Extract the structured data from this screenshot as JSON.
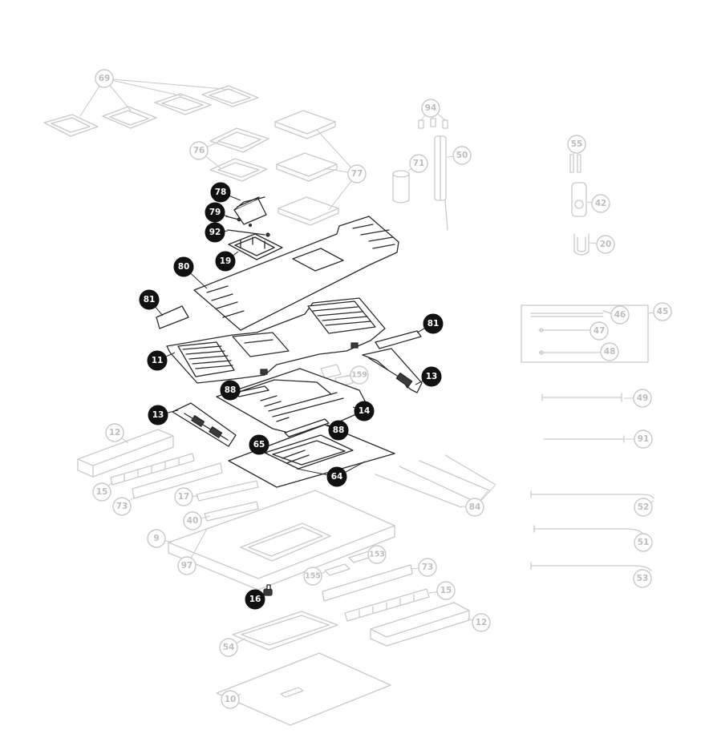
{
  "diagram": {
    "colors": {
      "faded_part": "#c9c9c9",
      "faded_label_text": "#bdbdbd",
      "highlight_part": "#2a2a2a",
      "highlight_badge": "#111111",
      "background": "#ffffff"
    },
    "callouts": {
      "c69": "69",
      "c76": "76",
      "c77": "77",
      "c94": "94",
      "c71": "71",
      "c50": "50",
      "c55": "55",
      "c42": "42",
      "c20": "20",
      "c78": "78",
      "c79": "79",
      "c92": "92",
      "c19": "19",
      "c80": "80",
      "c81a": "81",
      "c81b": "81",
      "c11": "11",
      "c159": "159",
      "c13a": "13",
      "c88a": "88",
      "c14": "14",
      "c13b": "13",
      "c88b": "88",
      "c65": "65",
      "c64": "64",
      "c12a": "12",
      "c15a": "15",
      "c73a": "73",
      "c17": "17",
      "c40": "40",
      "c9": "9",
      "c97": "97",
      "c153": "153",
      "c155": "155",
      "c73b": "73",
      "c15b": "15",
      "c16": "16",
      "c12b": "12",
      "c54": "54",
      "c10": "10",
      "c84": "84",
      "c45": "45",
      "c46": "46",
      "c47": "47",
      "c48": "48",
      "c49": "49",
      "c91": "91",
      "c52": "52",
      "c51": "51",
      "c53": "53"
    }
  }
}
